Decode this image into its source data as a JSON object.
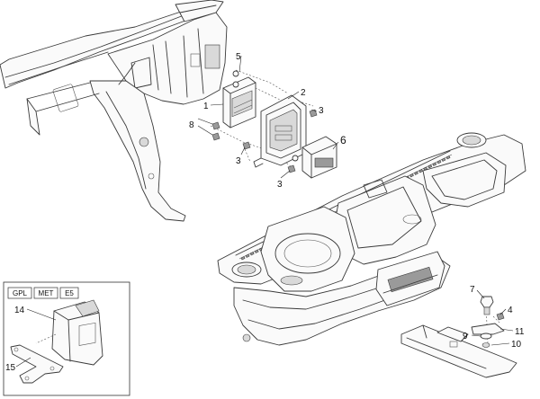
{
  "callouts": {
    "c1": "1",
    "c2": "2",
    "c3a": "3",
    "c3b": "3",
    "c3c": "3",
    "c4": "4",
    "c5": "5",
    "c6": "6",
    "c7": "7",
    "c8": "8",
    "c9": "9",
    "c10": "10",
    "c11": "11",
    "c14": "14",
    "c15": "15"
  },
  "variant_tags": [
    "GPL",
    "MET",
    "E5"
  ]
}
